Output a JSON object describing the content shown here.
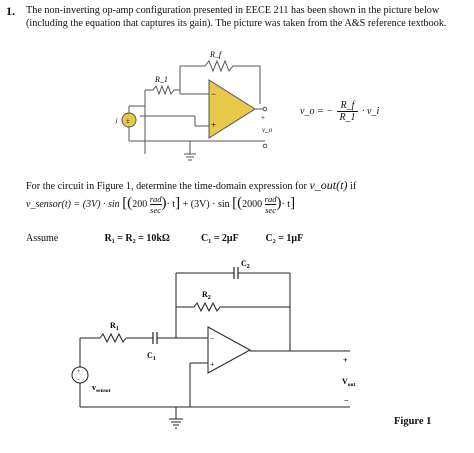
{
  "question": {
    "number": "1.",
    "text": "The non-inverting op-amp configuration presented in EECE 211 has been shown in the picture below (including the equation that captures its gain). The picture was taken from the A&S reference textbook."
  },
  "figure_top": {
    "labels": {
      "rf": "R_f",
      "r1": "R_1",
      "vi": "v_i",
      "vo": "v_o",
      "minus": "−",
      "plus": "+"
    },
    "gain_equation": {
      "lhs": "v_o =",
      "sign": "−",
      "numerator": "R_f",
      "denominator": "R_1",
      "tail": "· v_i"
    }
  },
  "prompt": {
    "text": "For the circuit in Figure 1, determine the time-domain expression for",
    "variable": "v_out(t)",
    "suffix": "if"
  },
  "equation": {
    "lhs": "v_sensor(t) = (3V) · sin",
    "term1_coef": "200",
    "term1_unit_num": "rad",
    "term1_unit_den": "sec",
    "middle": "+ (3V) · sin",
    "term2_coef": "2000",
    "term2_unit_num": "rad",
    "term2_unit_den": "sec",
    "t": "· t"
  },
  "assumptions": {
    "label": "Assume",
    "r_values": "R₁ = R₂ = 10kΩ",
    "c1_value": "C₁ = 2μF",
    "c2_value": "C₂ = 1μF"
  },
  "figure_bottom": {
    "labels": {
      "c2": "C",
      "c2_sub": "2",
      "r2": "R",
      "r2_sub": "2",
      "r1": "R",
      "r1_sub": "1",
      "c1": "C",
      "c1_sub": "1",
      "vsensor": "v",
      "vsensor_sub": "sensor",
      "vout": "V",
      "vout_sub": "out",
      "minus": "−",
      "plus": "+",
      "out_plus": "+",
      "out_minus": "−"
    },
    "caption": "Figure 1"
  }
}
